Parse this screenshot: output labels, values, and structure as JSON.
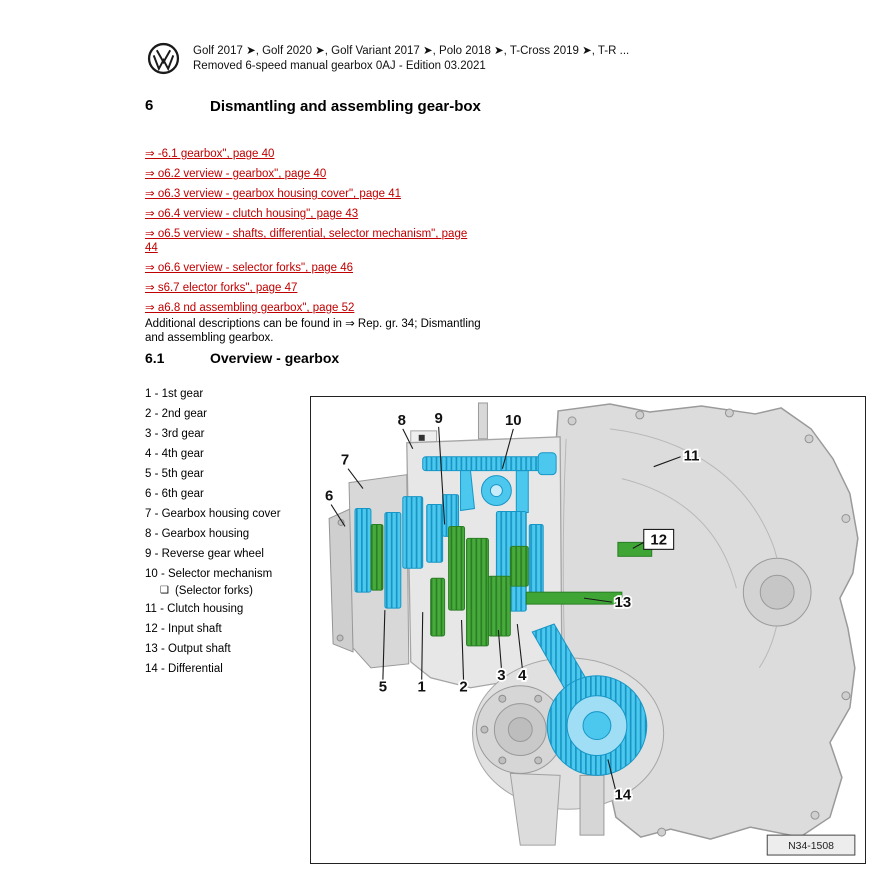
{
  "colors": {
    "link_red": "#c00000",
    "cyan_part": "#4cc8ef",
    "green_part": "#47ab3c",
    "housing_gray": "#dcdcdc"
  },
  "header": {
    "models": "Golf 2017 ➤, Golf 2020 ➤, Golf Variant 2017 ➤, Polo 2018 ➤, T-Cross 2019 ➤, T-R ...",
    "edition": "Removed 6-speed manual gearbox 0AJ - Edition 03.2021"
  },
  "section": {
    "number": "6",
    "title": "Dismantling and assembling gear-box"
  },
  "links": [
    "⇒ -6.1  gearbox\", page 40",
    "⇒ o6.2 verview - gearbox\", page 40",
    "⇒ o6.3 verview - gearbox housing cover\", page 41",
    "⇒ o6.4 verview - clutch housing\", page 43",
    "⇒ o6.5 verview - shafts, differential, selector mechanism\", page 44",
    "⇒ o6.6 verview - selector forks\", page 46",
    "⇒ s6.7 elector forks\", page 47",
    "⇒ a6.8 nd assembling gearbox\", page 52"
  ],
  "note": "Additional descriptions can be found in ⇒ Rep. gr. 34; Dismantling and assembling gearbox.",
  "subsection": {
    "number": "6.1",
    "title": "Overview - gearbox"
  },
  "legend": [
    "1 - 1st gear",
    "2 - 2nd gear",
    "3 - 3rd gear",
    "4 - 4th gear",
    "5 - 5th gear",
    "6 - 6th gear",
    "7 - Gearbox housing cover",
    "8 - Gearbox housing",
    "9 - Reverse gear wheel",
    "10 - Selector mechanism",
    {
      "bullet": "❑",
      "text": "(Selector forks)"
    },
    "11 - Clutch housing",
    "12 - Input shaft",
    "13 - Output shaft",
    "14 - Differential"
  ],
  "figure": {
    "ref": "N34-1508",
    "callouts": [
      "1",
      "2",
      "3",
      "4",
      "5",
      "6",
      "7",
      "8",
      "9",
      "10",
      "11",
      "12",
      "13",
      "14"
    ]
  }
}
